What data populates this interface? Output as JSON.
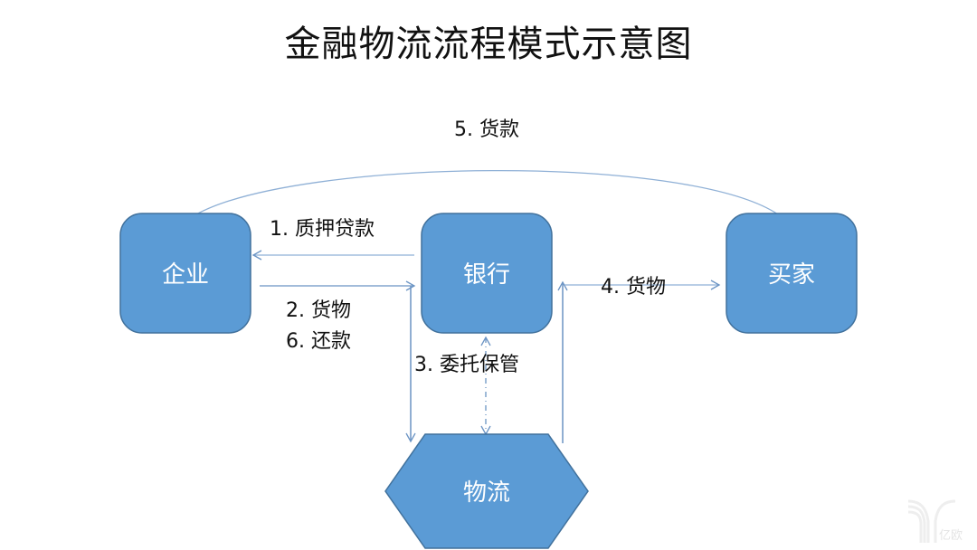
{
  "title": "金融物流流程模式示意图",
  "colors": {
    "node_fill": "#5b9bd5",
    "node_stroke": "#41719c",
    "edge": "#6b94c4",
    "label": "#111111",
    "node_text": "#ffffff"
  },
  "nodes": {
    "enterprise": "企业",
    "bank": "银行",
    "buyer": "买家",
    "logistics": "物流"
  },
  "edges": {
    "pledge_loan": "1. 质押贷款",
    "goods_to_bank": "2. 货物",
    "repayment": "6. 还款",
    "entrusted_custody": "3. 委托保管",
    "goods_to_buyer": "4. 货物",
    "payment": "5. 货款"
  },
  "watermark": {
    "text": "亿欧"
  }
}
